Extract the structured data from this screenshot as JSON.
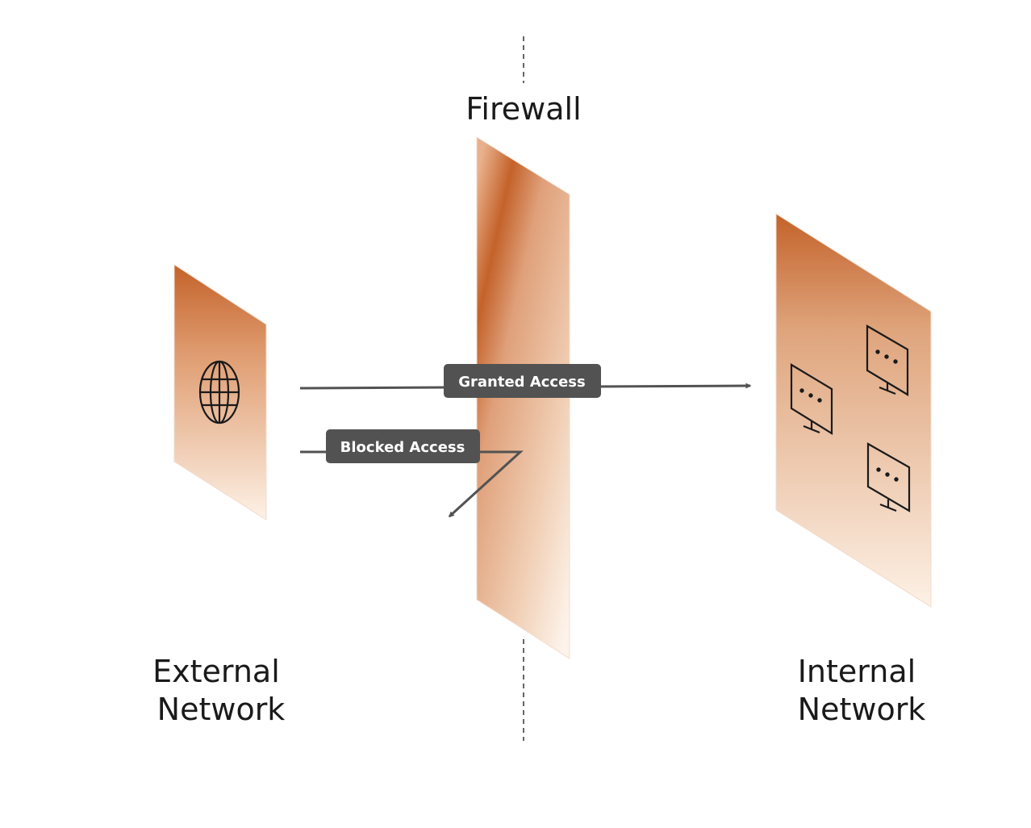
{
  "labels": {
    "firewall": "Firewall",
    "external_line1": "External",
    "external_line2": "Network",
    "internal_line1": "Internal",
    "internal_line2": "Network"
  },
  "connections": {
    "granted": "Granted Access",
    "blocked": "Blocked Access"
  },
  "icons": {
    "external_panel": "globe-icon",
    "internal_panel": [
      "monitor-icon",
      "monitor-icon",
      "monitor-icon"
    ]
  },
  "colors": {
    "panel_dark": "#c4622a",
    "panel_light": "#fdf3ea",
    "pill_bg": "#525252",
    "line": "#525252",
    "text": "#1a1a1a"
  }
}
